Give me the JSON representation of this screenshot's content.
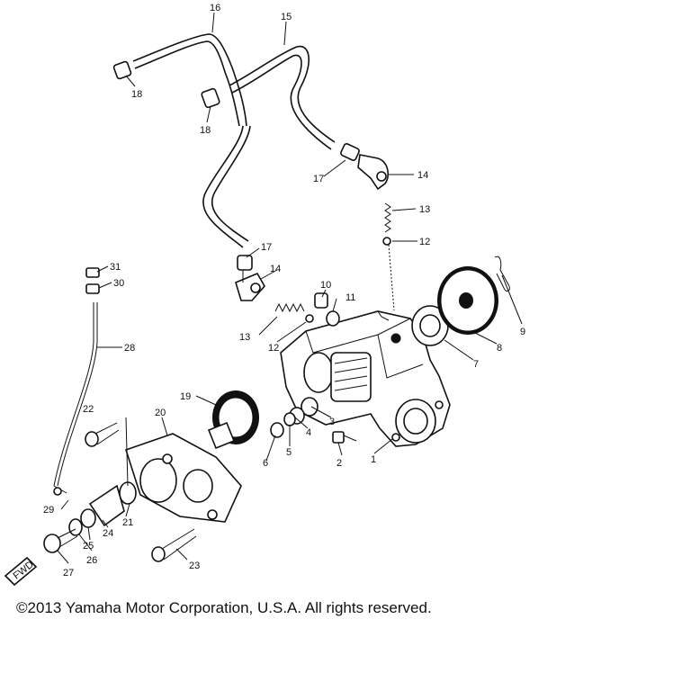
{
  "copyright": "©2013 Yamaha Motor Corporation, U.S.A. All rights reserved.",
  "labels": {
    "p1": "1",
    "p2": "2",
    "p3": "3",
    "p4": "4",
    "p5": "5",
    "p6": "6",
    "p7": "7",
    "p8": "8",
    "p9": "9",
    "p10": "10",
    "p11": "11",
    "p12a": "12",
    "p12b": "12",
    "p13a": "13",
    "p13b": "13",
    "p14a": "14",
    "p14b": "14",
    "p15": "15",
    "p16": "16",
    "p17a": "17",
    "p17b": "17",
    "p18a": "18",
    "p18b": "18",
    "p19": "19",
    "p20": "20",
    "p21": "21",
    "p22": "22",
    "p23": "23",
    "p24": "24",
    "p25": "25",
    "p26": "26",
    "p27": "27",
    "p28": "28",
    "p29": "29",
    "p30": "30",
    "p31": "31",
    "fwd": "FWD"
  }
}
